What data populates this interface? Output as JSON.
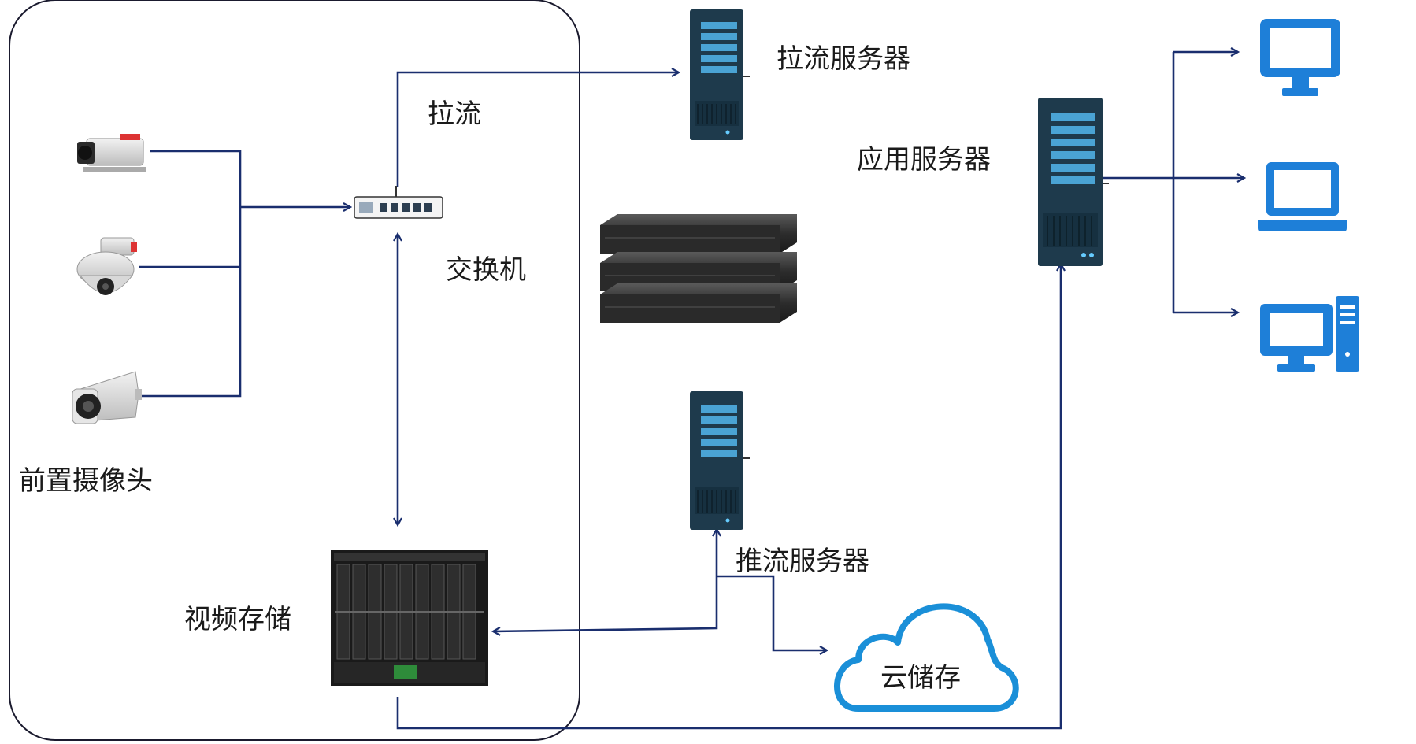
{
  "labels": {
    "pull_stream": "拉流",
    "switch": "交换机",
    "front_cameras": "前置摄像头",
    "video_storage": "视频存储",
    "pull_server": "拉流服务器",
    "app_server": "应用服务器",
    "push_server": "推流服务器",
    "cloud_storage": "云储存"
  },
  "icons": {
    "bullet_camera": "box-camera-icon",
    "ptz_camera": "dome-camera-icon",
    "tube_camera": "tube-camera-icon",
    "switch": "network-switch-icon",
    "tower_server": "tower-server-icon",
    "rack_server": "rack-server-icon",
    "blade_storage": "blade-storage-icon",
    "cloud": "cloud-icon",
    "monitor": "monitor-icon",
    "laptop": "laptop-icon",
    "desktop": "desktop-pc-icon"
  },
  "colors": {
    "connector": "#1a2e6e",
    "server_body": "#1e3a4c",
    "server_slot": "#4aa3d4",
    "client_blue": "#1e7fd8",
    "cloud_outline": "#1a8fd8"
  }
}
